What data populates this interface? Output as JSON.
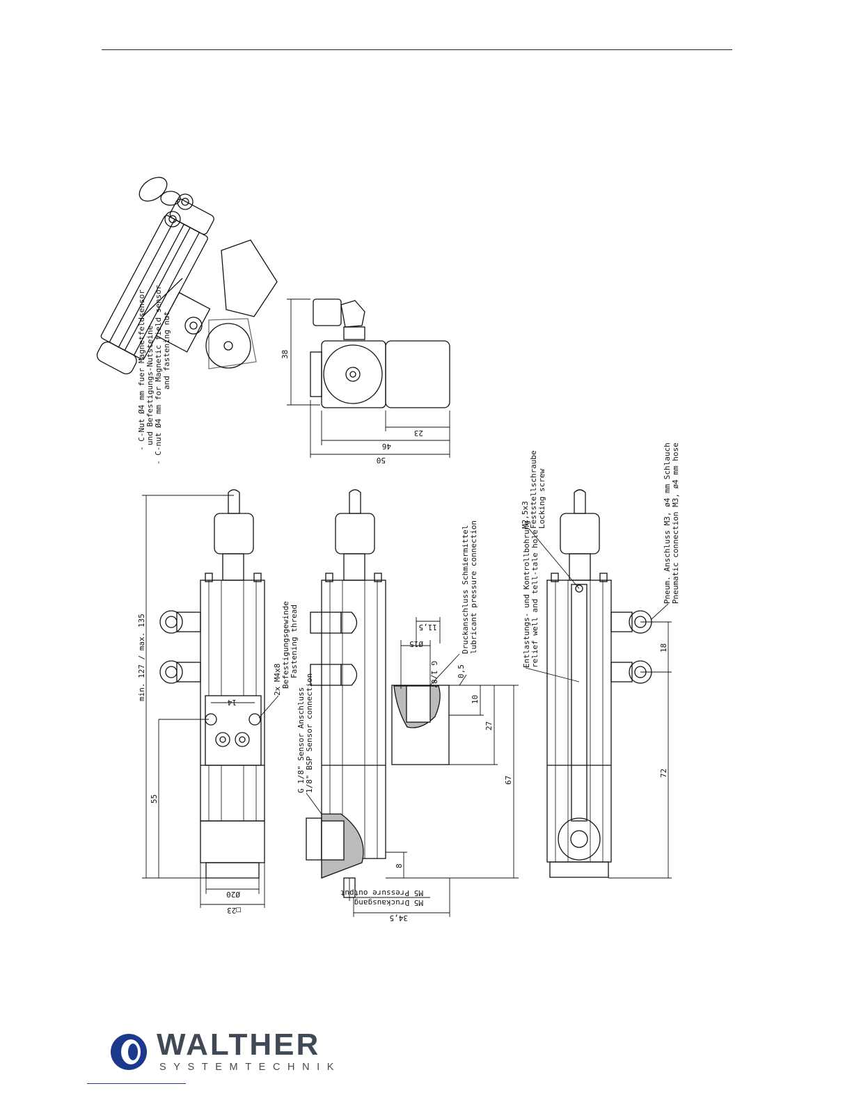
{
  "labels": {
    "cnut_de1": "- C-Nut Ø4 mm fuer Magnetfeldsensor",
    "cnut_de2": "und Befestigungs-Nutsteine",
    "cnut_en1": "- C-nut Ø4 mm for Magnetic field sensor",
    "cnut_en2": "and fastening nut",
    "m4_1": "2x M4x8",
    "m4_2": "Befestigungsgewinde",
    "m4_3": "Fastening thread",
    "sensor_1": "G 1/8\" Sensor Anschluss",
    "sensor_2": "1/8\" BSP Sensor connection",
    "lube_1": "Druckanschluss Schmiermittel",
    "lube_2": "lubricant pressure connection",
    "relief_1": "Entlastungs- und Kontrollbohrung",
    "relief_2": "relief well and tell-tale hole",
    "lock_1": "M2,5x3",
    "lock_2": "Feststellschraube",
    "lock_3": "Locking screw",
    "pneu_1": "Pneum. Anschluss M3, ø4 mm Schlauch",
    "pneu_2": "Pneumatic connection M3, ø4 mm hose",
    "m5_1": "M5 Druckausgang",
    "m5_2": "M5 Pressure output"
  },
  "dims": {
    "d38": "38",
    "d23": "23",
    "d46": "46",
    "d50": "50",
    "len": "min. 127 / max. 135",
    "d55": "55",
    "d14": "14",
    "d20": "Ø20",
    "d23sq": "□23",
    "d15": "Ø15",
    "g18": "G 1/8\"",
    "d115": "11,5",
    "d05": "0,5",
    "d10": "10",
    "d27": "27",
    "d67": "67",
    "d8": "8",
    "d345": "34,5",
    "d18": "18",
    "d72": "72"
  },
  "logo": {
    "name": "WALTHER",
    "sub": "SYSTEMTECHNIK",
    "color": "#404a56",
    "accent": "#1b3a8c"
  }
}
